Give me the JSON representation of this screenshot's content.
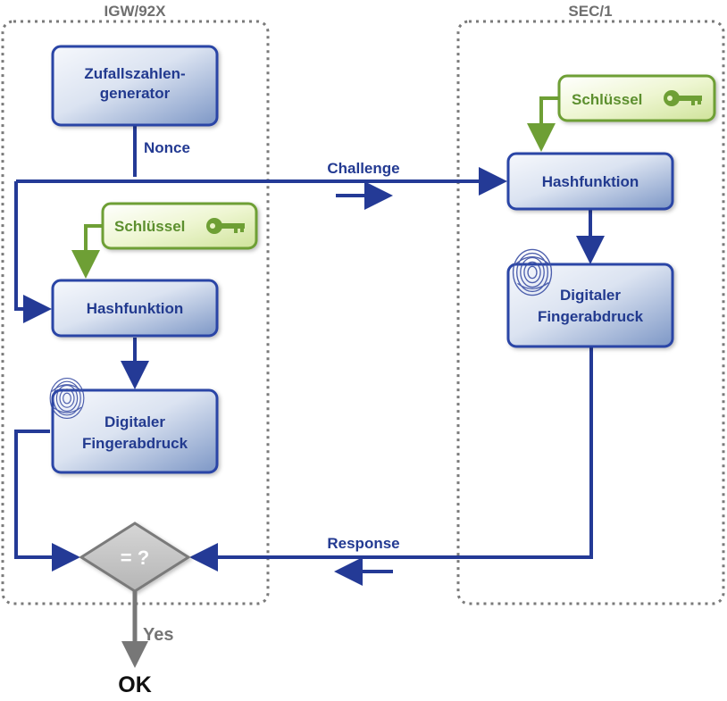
{
  "groups": {
    "left_title": "IGW/92X",
    "right_title": "SEC/1"
  },
  "left": {
    "rng_line1": "Zufallszahlen-",
    "rng_line2": "generator",
    "nonce_label": "Nonce",
    "key_label": "Schlüssel",
    "hash_label": "Hashfunktion",
    "digest_line1": "Digitaler",
    "digest_line2": "Fingerabdruck"
  },
  "right": {
    "key_label": "Schlüssel",
    "hash_label": "Hashfunktion",
    "digest_line1": "Digitaler",
    "digest_line2": "Fingerabdruck"
  },
  "edges": {
    "challenge_label": "Challenge",
    "response_label": "Response"
  },
  "compare": {
    "label": "= ?",
    "yes_label": "Yes",
    "result": "OK"
  },
  "icons": [
    "key-icon",
    "fingerprint-icon",
    "arrow-icon"
  ],
  "colors": {
    "box_text": "#223a8f",
    "flow_line": "#243a96",
    "box_fill_light": "#f4f6fb",
    "box_fill_dark": "#7d97c6",
    "key_green": "#6e9f35",
    "key_fill": "#eaf4c8",
    "group_border": "#7a7a7a",
    "compare_fill": "#c9c9c9",
    "compare_arrow": "#777777"
  }
}
